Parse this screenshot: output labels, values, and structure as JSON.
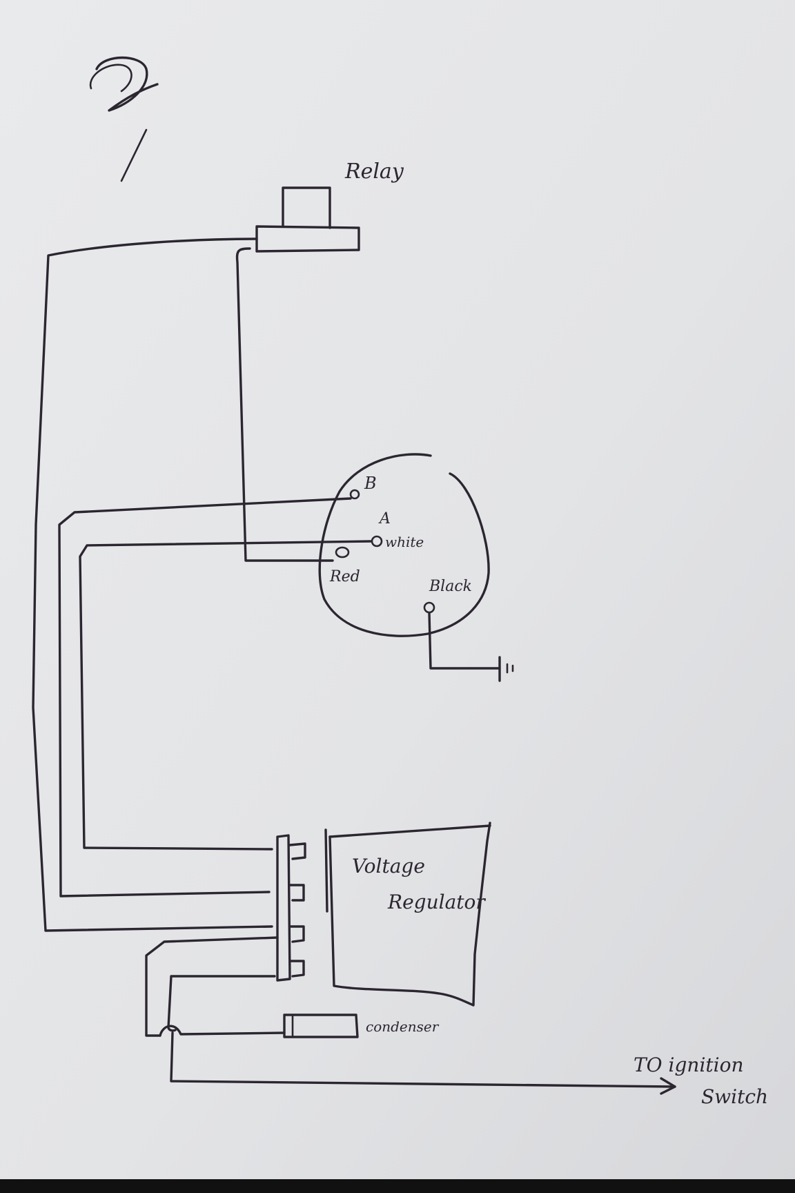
{
  "diagram": {
    "page_mark": "②",
    "labels": {
      "relay": "Relay",
      "terminal_b": "B",
      "terminal_a": "A",
      "white": "white",
      "red": "Red",
      "black": "Black",
      "voltage": "Voltage",
      "regulator": "Regulator",
      "condenser": "condenser",
      "to_ignition": "TO ignition",
      "switch": "Switch"
    },
    "colors": {
      "paper": "#e4e5e7",
      "ink": "#2b2630"
    }
  }
}
